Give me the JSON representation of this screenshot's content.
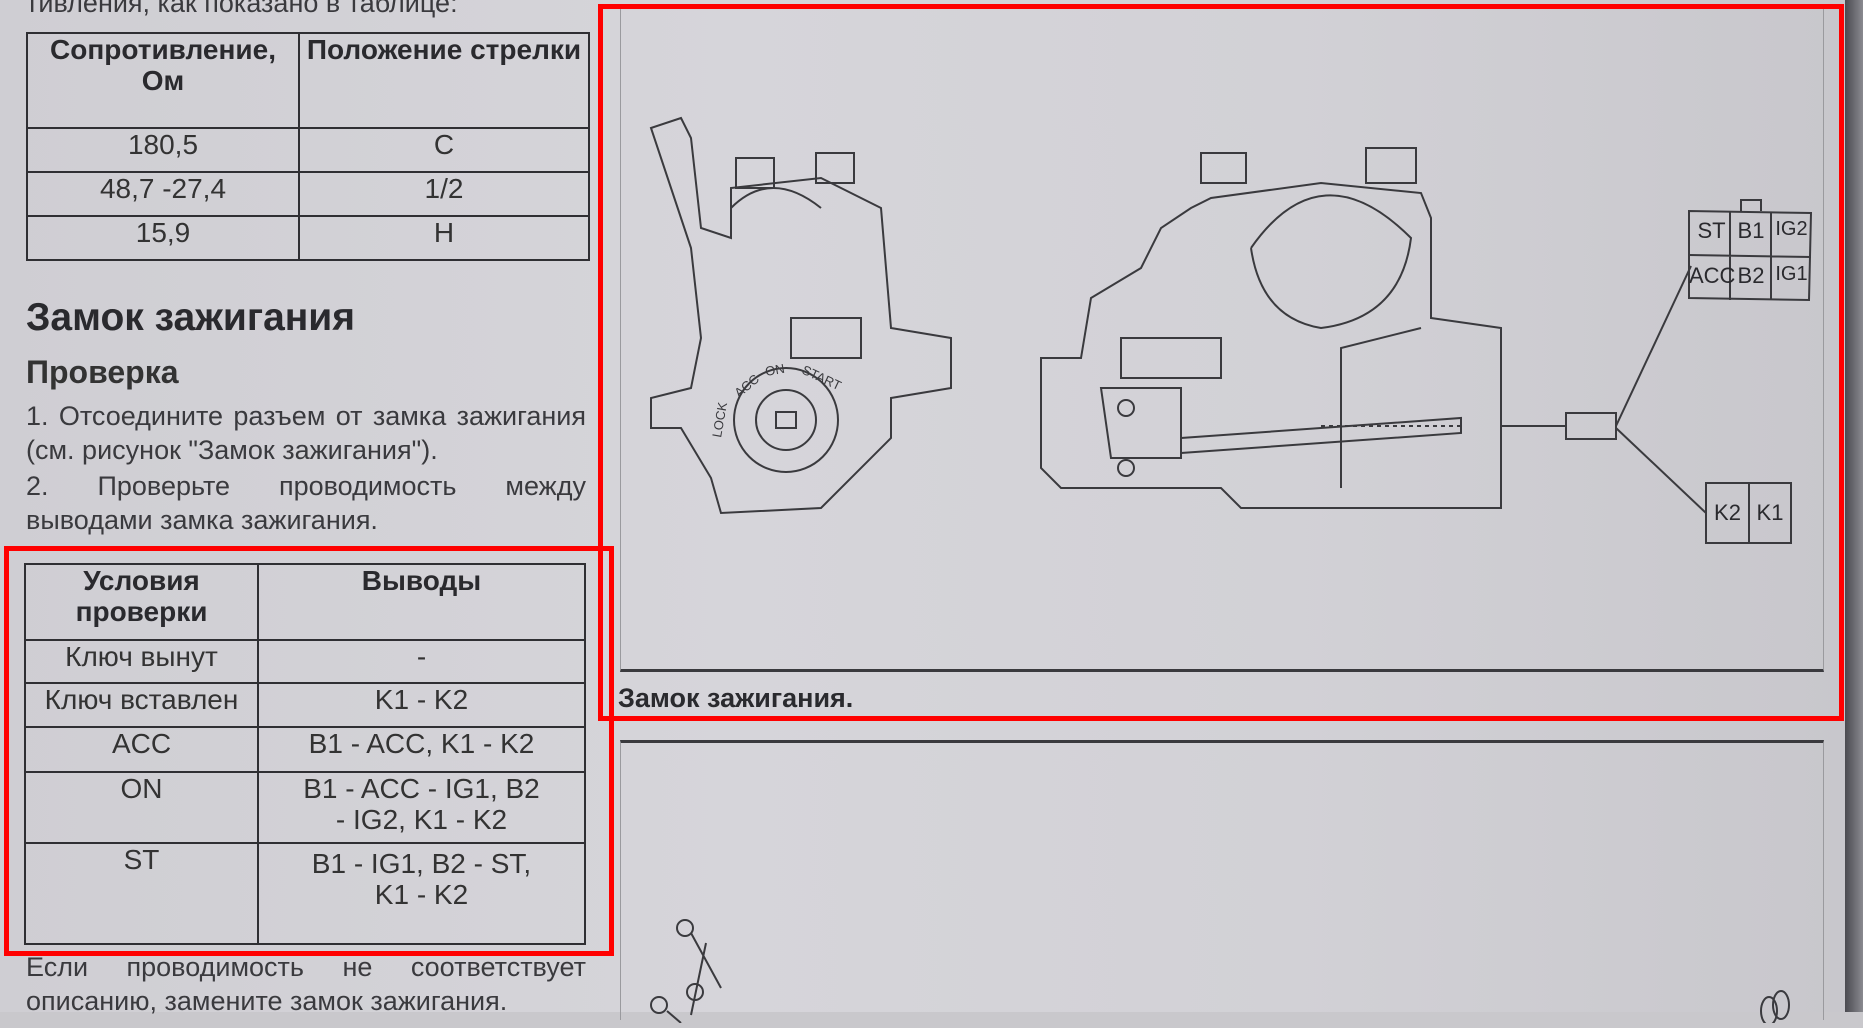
{
  "left_column": {
    "intro_fragment": "тивления, как показано в таблице:",
    "resistance_table": {
      "headers": [
        "Сопротивление, Ом",
        "Положение стрелки"
      ],
      "rows": [
        [
          "180,5",
          "C"
        ],
        [
          "48,7 -27,4",
          "1/2"
        ],
        [
          "15,9",
          "H"
        ]
      ]
    },
    "section_title": "Замок зажигания",
    "subsection_title": "Проверка",
    "step1": "1. Отсоедините разъем от замка зажигания (см. рисунок \"Замок зажигания\").",
    "step2": "2. Проверьте проводимость между выводами замка зажигания.",
    "continuity_table": {
      "headers": [
        "Условия проверки",
        "Выводы"
      ],
      "rows": [
        [
          "Ключ вынут",
          "-"
        ],
        [
          "Ключ вставлен",
          "K1 - K2"
        ],
        [
          "ACC",
          "B1 - ACC, K1 - K2"
        ],
        [
          "ON",
          "B1 - ACC - IG1, B2 - IG2, K1 - K2"
        ],
        [
          "ST",
          "B1 - IG1, B2 - ST, K1 - K2"
        ]
      ]
    },
    "footer_text": "Если проводимость не соответствует описанию, замените замок зажигания."
  },
  "figure": {
    "caption": "Замок зажигания.",
    "lock_positions": [
      "LOCK",
      "ACC",
      "ON",
      "START"
    ],
    "connector_main": [
      "ST",
      "B1",
      "IG2",
      "ACC",
      "B2",
      "IG1"
    ],
    "connector_key": [
      "K2",
      "K1"
    ]
  },
  "colors": {
    "highlight": "#ff0000",
    "ink": "#2f2f33",
    "paper": "#d3d2d7"
  }
}
